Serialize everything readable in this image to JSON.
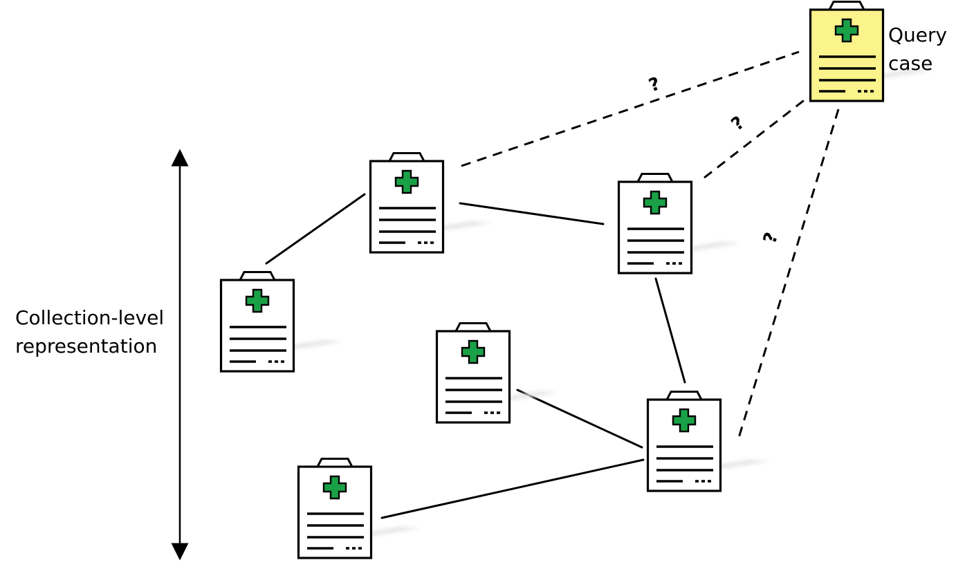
{
  "left_label": {
    "line1": "Collection-level",
    "line2": "representation"
  },
  "query_label": {
    "line1": "Query",
    "line2": "case"
  },
  "question_mark": "?",
  "colors": {
    "stroke": "#000000",
    "document_fill": "#ffffff",
    "query_fill": "#fbf38b",
    "cross": "#1aa147",
    "shadow": "#e6e6e6"
  },
  "icons": {
    "document": "medical-record-clipboard-icon",
    "cross": "medical-cross-icon",
    "ellipsis": "ellipsis-icon"
  }
}
